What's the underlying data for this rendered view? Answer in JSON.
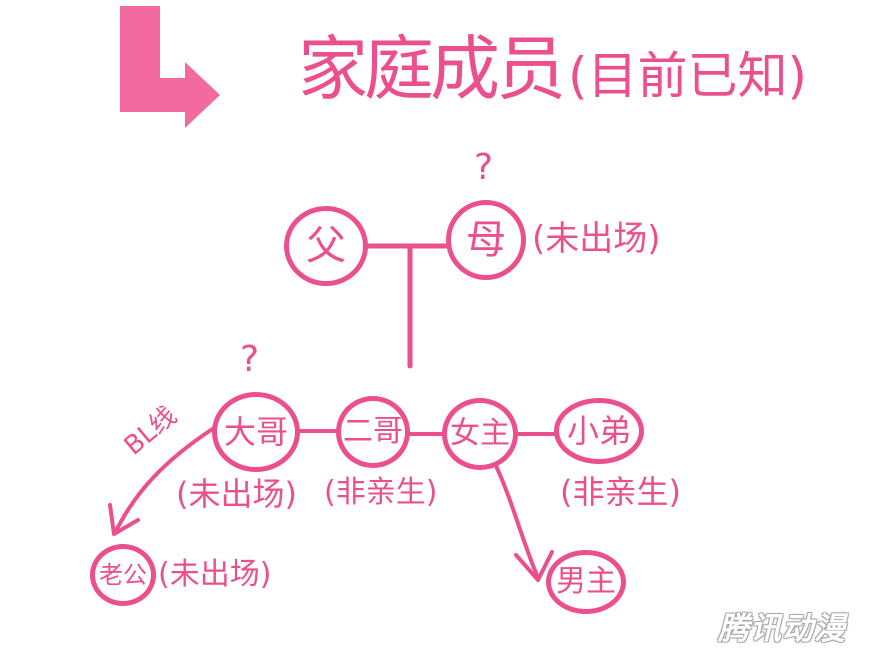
{
  "title": "家庭成员",
  "title_note": "(目前已知)",
  "colors": {
    "ink": "#ec4f8d",
    "arrow": "#f36b9e"
  },
  "nodes": {
    "father": {
      "label": "父"
    },
    "mother": {
      "label": "母",
      "question": "?",
      "note": "(未出场)"
    },
    "eldest": {
      "label": "大哥",
      "question": "?",
      "note": "(未出场)"
    },
    "second": {
      "label": "二哥",
      "note": "(非亲生)"
    },
    "self": {
      "label": "女主"
    },
    "younger": {
      "label": "小弟",
      "note": "(非亲生)"
    },
    "eldest_partner": {
      "label": "老公",
      "note": "(未出场)"
    },
    "male_lead": {
      "label": "男主"
    }
  },
  "bl_label": "BL线",
  "watermark": "腾讯动漫"
}
